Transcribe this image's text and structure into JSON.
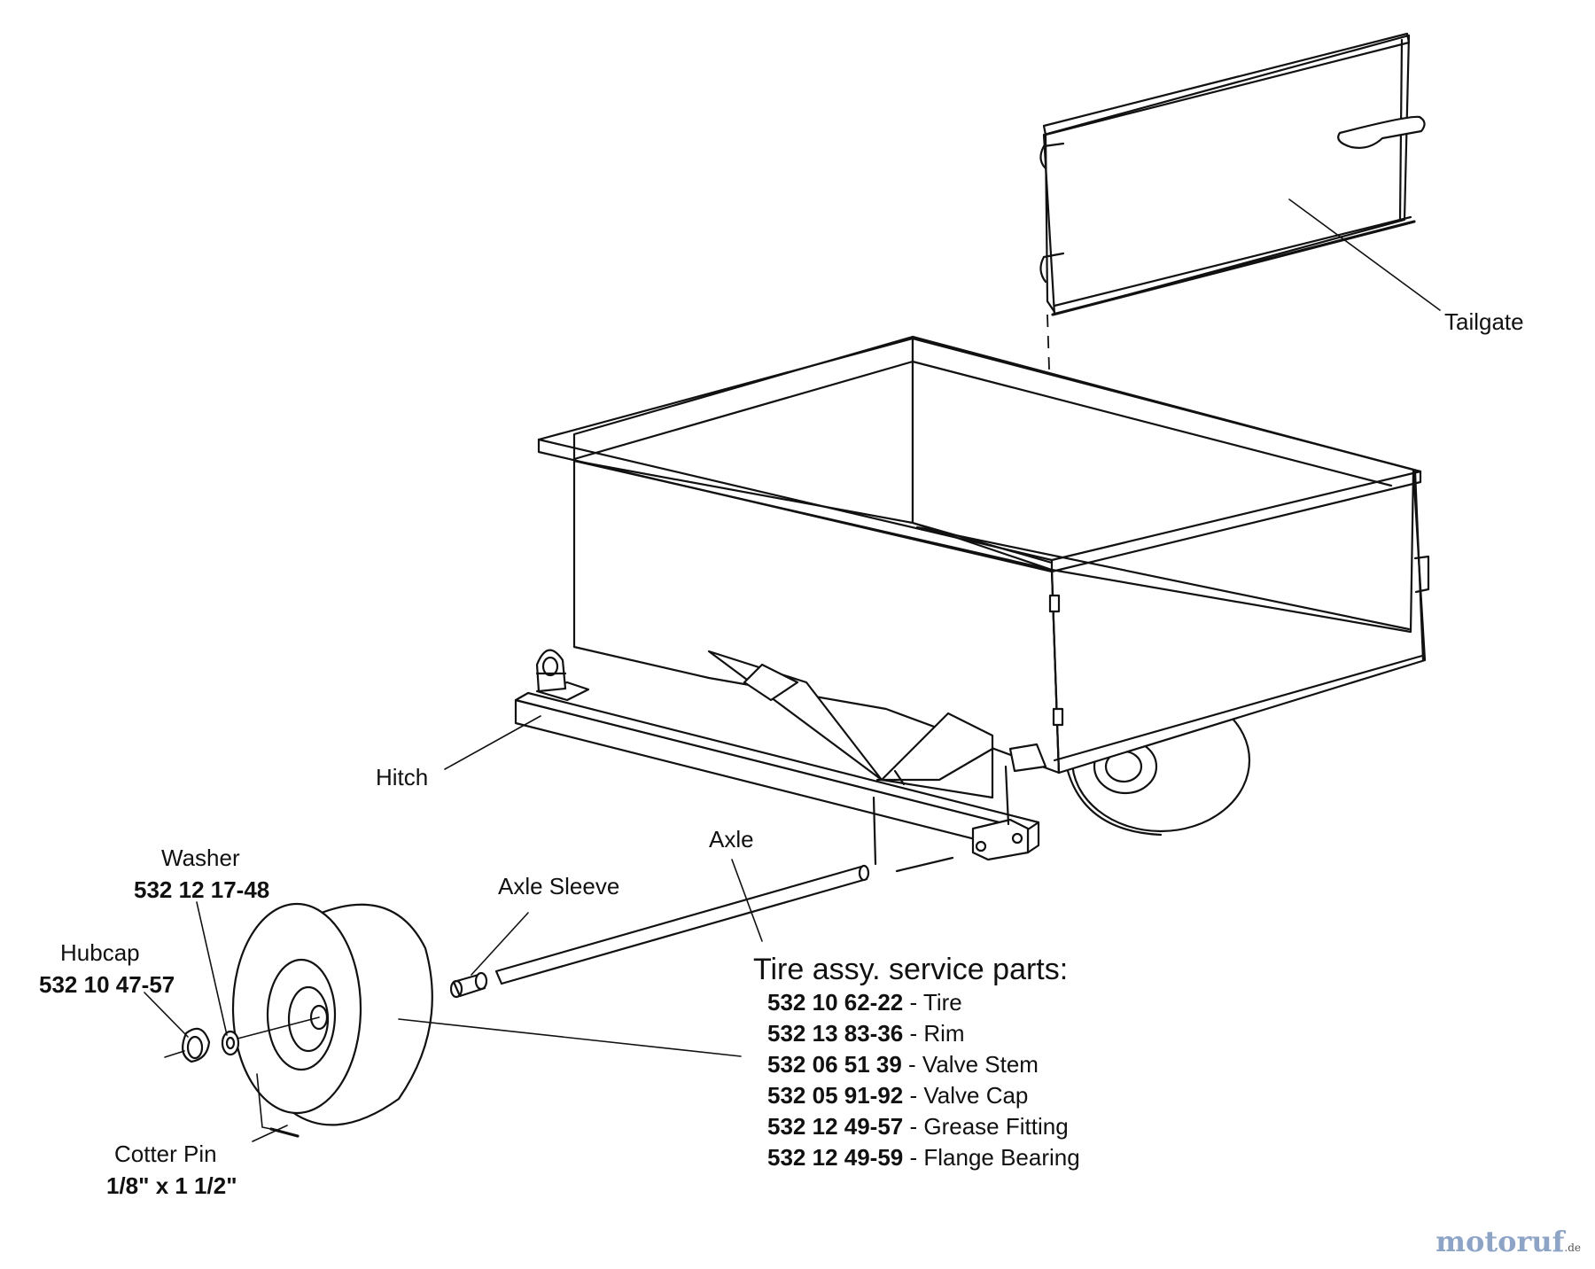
{
  "labels": {
    "tailgate": "Tailgate",
    "hitch": "Hitch",
    "axle": "Axle",
    "axle_sleeve": "Axle Sleeve",
    "washer": {
      "name": "Washer",
      "part": "532 12 17-48"
    },
    "hubcap": {
      "name": "Hubcap",
      "part": "532 10 47-57"
    },
    "cotter_pin": {
      "name": "Cotter Pin",
      "size": "1/8\" x 1 1/2\""
    }
  },
  "service_parts": {
    "title": "Tire assy. service parts:",
    "items": [
      {
        "part": "532 10 62-22",
        "desc": "- Tire"
      },
      {
        "part": "532 13 83-36",
        "desc": "- Rim"
      },
      {
        "part": "532 06 51 39",
        "desc": "- Valve Stem"
      },
      {
        "part": "532 05 91-92",
        "desc": "- Valve Cap"
      },
      {
        "part": "532 12 49-57",
        "desc": "- Grease Fitting"
      },
      {
        "part": "532 12 49-59",
        "desc": "- Flange Bearing"
      }
    ]
  },
  "watermark": {
    "brand": "motoruf",
    "suffix": ".de",
    "color": "#8da4c6"
  }
}
